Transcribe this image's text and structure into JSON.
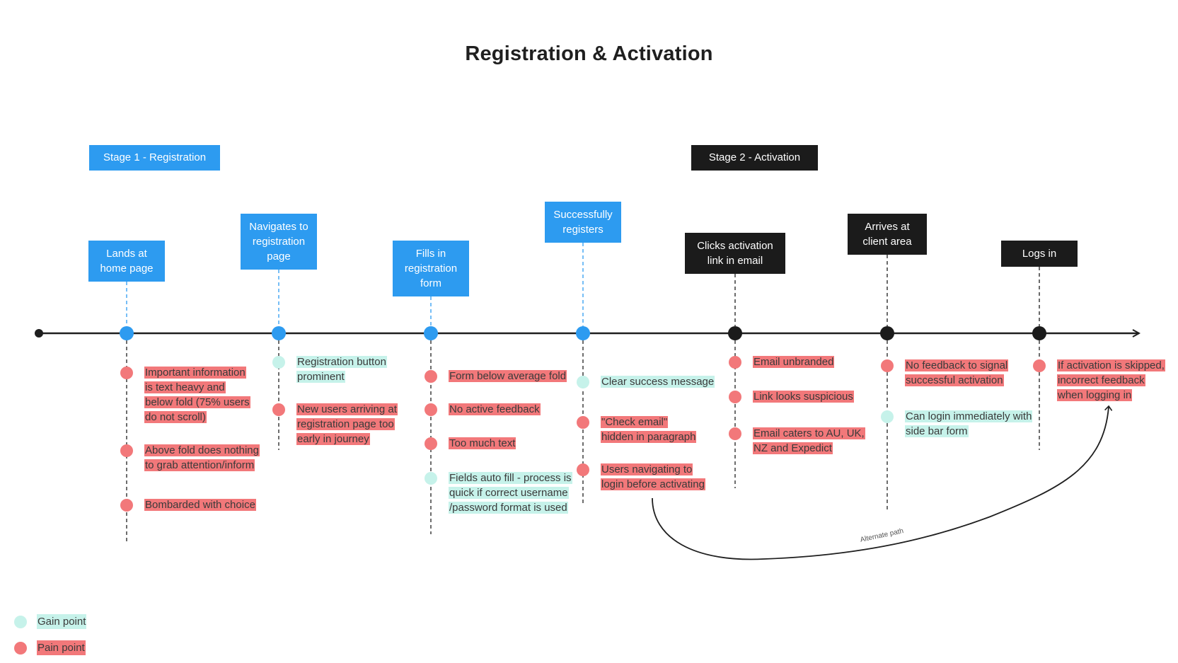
{
  "title": "Registration & Activation",
  "stages": [
    {
      "label": "Stage 1 - Registration",
      "theme": "blue"
    },
    {
      "label": "Stage 2 - Activation",
      "theme": "dark"
    }
  ],
  "steps": [
    {
      "label": "Lands at\nhome page",
      "theme": "blue",
      "notes": [
        {
          "type": "pain",
          "text": "Important information\nis text heavy and\nbelow fold (75% users\ndo not scroll)"
        },
        {
          "type": "pain",
          "text": "Above fold does  nothing\nto grab attention/inform"
        },
        {
          "type": "pain",
          "text": "Bombarded with choice"
        }
      ]
    },
    {
      "label": "Navigates to\nregistration\npage",
      "theme": "blue",
      "notes": [
        {
          "type": "gain",
          "text": "Registration button\nprominent"
        },
        {
          "type": "pain",
          "text": "New users arriving at\nregistration page too\nearly in journey"
        }
      ]
    },
    {
      "label": "Fills in\nregistration\nform",
      "theme": "blue",
      "notes": [
        {
          "type": "pain",
          "text": "Form below average fold"
        },
        {
          "type": "pain",
          "text": "No active feedback"
        },
        {
          "type": "pain",
          "text": "Too much text"
        },
        {
          "type": "gain",
          "text": "Fields auto fill - process is\nquick if correct username\n/password format is used"
        }
      ]
    },
    {
      "label": "Successfully\nregisters",
      "theme": "blue",
      "notes": [
        {
          "type": "gain",
          "text": "Clear success message"
        },
        {
          "type": "pain",
          "text": "\"Check email\"\nhidden in paragraph"
        },
        {
          "type": "pain",
          "text": "Users navigating to\nlogin before activating"
        }
      ]
    },
    {
      "label": "Clicks activation\nlink in email",
      "theme": "dark",
      "notes": [
        {
          "type": "pain",
          "text": "Email unbranded"
        },
        {
          "type": "pain",
          "text": "Link looks suspicious"
        },
        {
          "type": "pain",
          "text": "Email caters to AU, UK,\nNZ and Expedict"
        }
      ]
    },
    {
      "label": "Arrives at\nclient area",
      "theme": "dark",
      "notes": [
        {
          "type": "pain",
          "text": "No feedback to signal\nsuccessful activation"
        },
        {
          "type": "gain",
          "text": "Can login immediately with\nside bar form"
        }
      ]
    },
    {
      "label": "Logs in",
      "theme": "dark",
      "notes": [
        {
          "type": "pain",
          "text": "If activation is skipped,\nincorrect feedback\nwhen logging in"
        }
      ]
    }
  ],
  "alternate_path_label": "Alternate path",
  "legend": [
    {
      "type": "gain",
      "label": "Gain point"
    },
    {
      "type": "pain",
      "label": "Pain point"
    }
  ],
  "colors": {
    "accent_blue": "#2d9bf0",
    "dark": "#1b1b1b",
    "pain": "#f2787a",
    "gain": "#c6f2ea",
    "timeline": "#1f1f1f"
  }
}
